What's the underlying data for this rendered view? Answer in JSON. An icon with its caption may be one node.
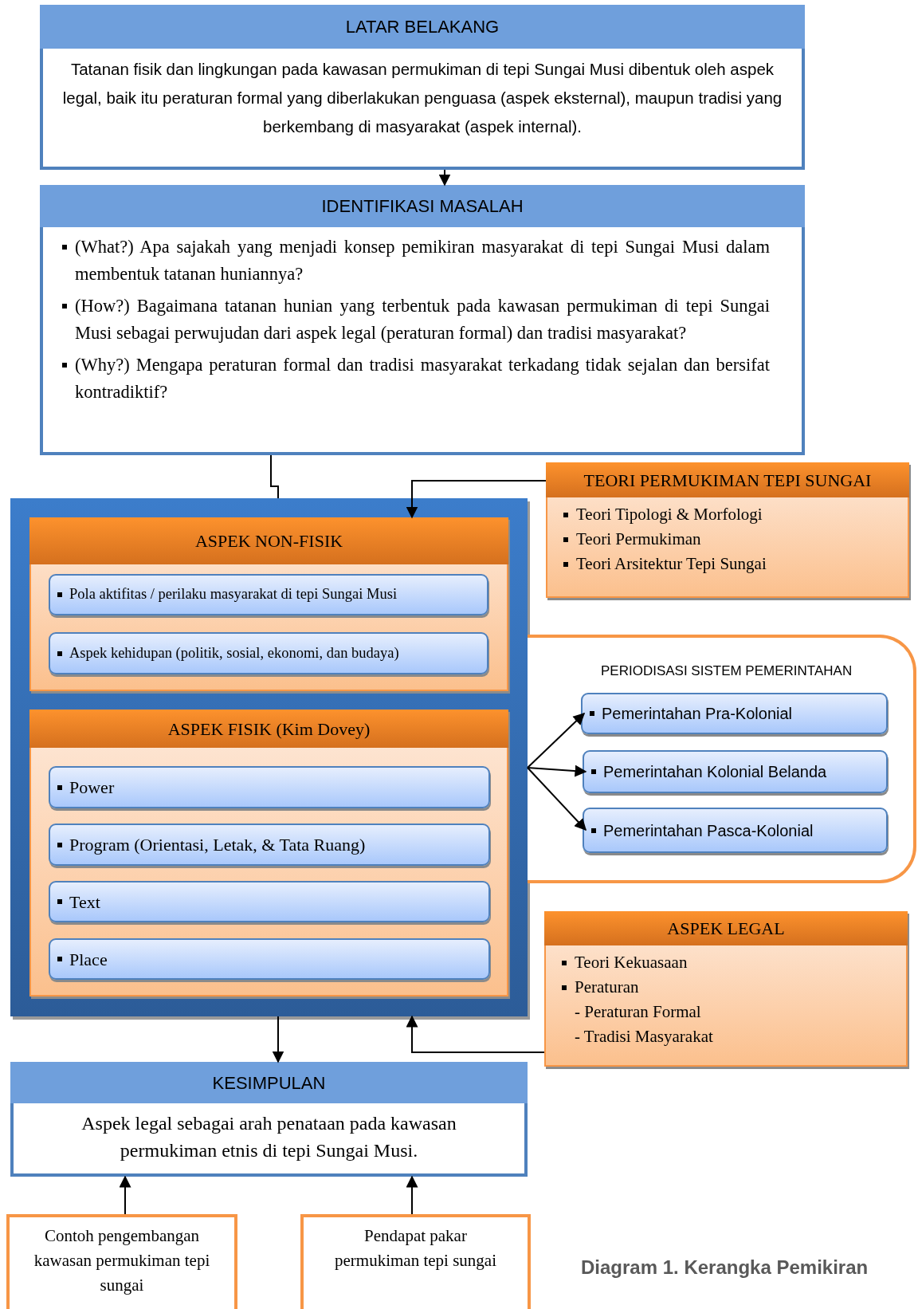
{
  "diagram": {
    "caption": "Diagram 1. Kerangka Pemikiran",
    "nodes": [
      {
        "text": [
          "LATAR BELAKANG",
          "Tatanan fisik dan lingkungan pada kawasan permukiman di tepi Sungai Musi dibentuk oleh aspek legal, baik itu peraturan formal yang diberlakukan penguasa (aspek eksternal), maupun tradisi yang berkembang di masyarakat (aspek internal)."
        ]
      },
      {
        "text": [
          "IDENTIFIKASI MASALAH",
          "(What?) Apa sajakah yang menjadi konsep pemikiran masyarakat di tepi Sungai Musi dalam membentuk tatanan huniannya?",
          "(How?) Bagaimana tatanan hunian yang terbentuk pada kawasan permukiman di tepi Sungai Musi sebagai perwujudan dari aspek legal (peraturan formal) dan tradisi masyarakat?",
          "(Why?) Mengapa peraturan formal dan tradisi masyarakat terkadang tidak sejalan dan bersifat kontradiktif?"
        ]
      },
      {
        "text": [],
        "shape": "box"
      },
      {
        "text": [
          "ASPEK NON-FISIK"
        ],
        "in": 2
      },
      {
        "text": [
          "Pola aktifitas / perilaku masyarakat di tepi Sungai Musi"
        ],
        "in": 3
      },
      {
        "text": [
          "Aspek kehidupan (politik, sosial, ekonomi, dan budaya)"
        ],
        "in": 3
      },
      {
        "text": [
          "ASPEK FISIK (Kim Dovey)"
        ],
        "in": 2
      },
      {
        "text": [
          "Power"
        ],
        "in": 6
      },
      {
        "text": [
          "Program (Orientasi, Letak, & Tata Ruang)"
        ],
        "in": 6
      },
      {
        "text": [
          "Text"
        ],
        "in": 6
      },
      {
        "text": [
          "Place"
        ],
        "in": 6
      },
      {
        "text": [
          "TEORI PERMUKIMAN TEPI SUNGAI",
          "Teori Tipologi & Morfologi",
          "Teori Permukiman",
          "Teori Arsitektur Tepi Sungai"
        ]
      },
      {
        "text": [
          "PERIODISASI SISTEM PEMERINTAHAN"
        ]
      },
      {
        "text": [
          "Pemerintahan Pra-Kolonial"
        ],
        "in": 12
      },
      {
        "text": [
          "Pemerintahan Kolonial Belanda"
        ],
        "in": 12
      },
      {
        "text": [
          "Pemerintahan Pasca-Kolonial"
        ],
        "in": 12
      },
      {
        "text": [
          "ASPEK LEGAL",
          "Teori Kekuasaan",
          "Peraturan",
          "- Peraturan Formal",
          "- Tradisi Masyarakat"
        ]
      },
      {
        "text": [
          "KESIMPULAN",
          "Aspek legal sebagai arah penataan pada kawasan permukiman etnis di tepi Sungai Musi."
        ]
      },
      {
        "text": [
          "Contoh pengembangan kawasan permukiman tepi sungai"
        ]
      },
      {
        "text": [
          "Pendapat pakar permukiman tepi sungai"
        ]
      }
    ],
    "edges": [
      {
        "from": 0,
        "to": 1,
        "arrow": "to"
      },
      {
        "from": 1,
        "to": 2,
        "arrow": "none"
      },
      {
        "from": 11,
        "to": 3,
        "arrow": "to"
      },
      {
        "from": 2,
        "to": 13,
        "arrow": "to"
      },
      {
        "from": 2,
        "to": 14,
        "arrow": "to"
      },
      {
        "from": 2,
        "to": 15,
        "arrow": "to"
      },
      {
        "from": 16,
        "to": 2,
        "arrow": "to"
      },
      {
        "from": 2,
        "to": 17,
        "arrow": "to"
      },
      {
        "from": 18,
        "to": 17,
        "arrow": "to"
      },
      {
        "from": 19,
        "to": 17,
        "arrow": "to"
      }
    ]
  }
}
